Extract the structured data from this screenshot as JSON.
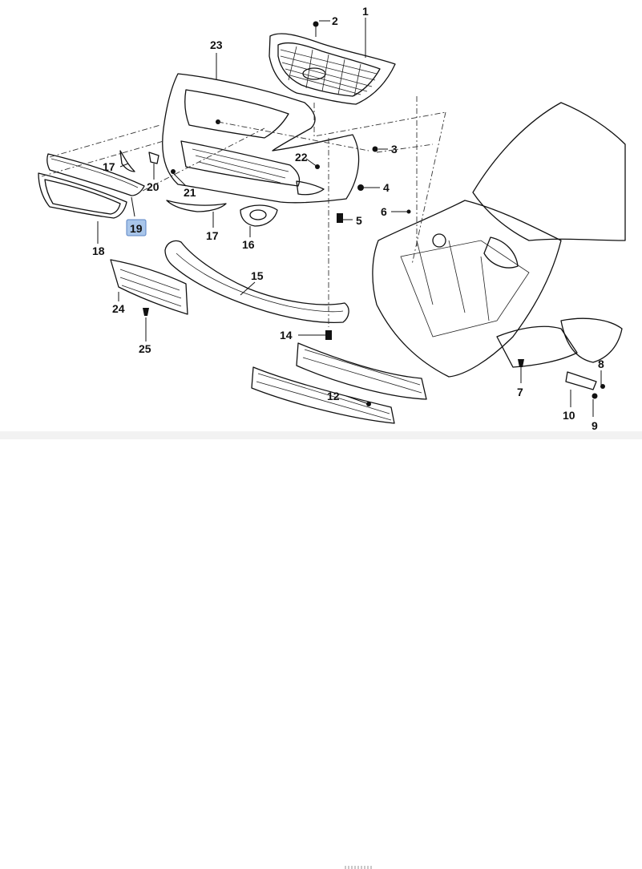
{
  "diagram": {
    "callouts": [
      {
        "id": "c1",
        "label": "1"
      },
      {
        "id": "c2",
        "label": "2"
      },
      {
        "id": "c3",
        "label": "3"
      },
      {
        "id": "c4",
        "label": "4"
      },
      {
        "id": "c5",
        "label": "5"
      },
      {
        "id": "c6",
        "label": "6"
      },
      {
        "id": "c7",
        "label": "7"
      },
      {
        "id": "c8",
        "label": "8"
      },
      {
        "id": "c9",
        "label": "9"
      },
      {
        "id": "c10",
        "label": "10"
      },
      {
        "id": "c12",
        "label": "12"
      },
      {
        "id": "c14",
        "label": "14"
      },
      {
        "id": "c15",
        "label": "15"
      },
      {
        "id": "c16",
        "label": "16"
      },
      {
        "id": "c17a",
        "label": "17"
      },
      {
        "id": "c17b",
        "label": "17"
      },
      {
        "id": "c18",
        "label": "18"
      },
      {
        "id": "c19",
        "label": "19",
        "selected": true
      },
      {
        "id": "c20",
        "label": "20"
      },
      {
        "id": "c21",
        "label": "21"
      },
      {
        "id": "c22",
        "label": "22"
      },
      {
        "id": "c23",
        "label": "23"
      },
      {
        "id": "c24",
        "label": "24"
      },
      {
        "id": "c25",
        "label": "25"
      }
    ],
    "highlight_color": "#a9c6ea",
    "line_color": "#111111"
  }
}
